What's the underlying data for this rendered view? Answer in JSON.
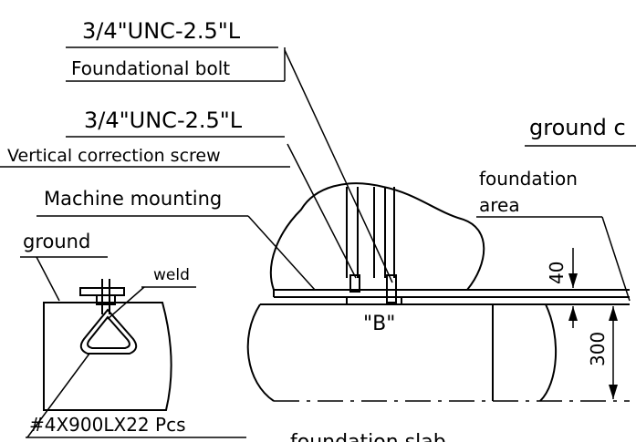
{
  "labels": {
    "bolt_spec": "3/4\"UNC-2.5\"L",
    "bolt_name": "Foundational bolt",
    "screw_spec": "3/4\"UNC-2.5\"L",
    "screw_name": "Vertical correction screw",
    "machine_mounting": "Machine mounting",
    "ground_left": "ground",
    "weld": "weld",
    "bar_spec": "#4X900LX22 Pcs",
    "ground_right": "ground c",
    "foundation_area_1": "foundation",
    "foundation_area_2": "area",
    "detail_marker": "\"B\"",
    "dim_40": "40",
    "dim_300": "300",
    "bottom_partial": "foundation slab"
  }
}
